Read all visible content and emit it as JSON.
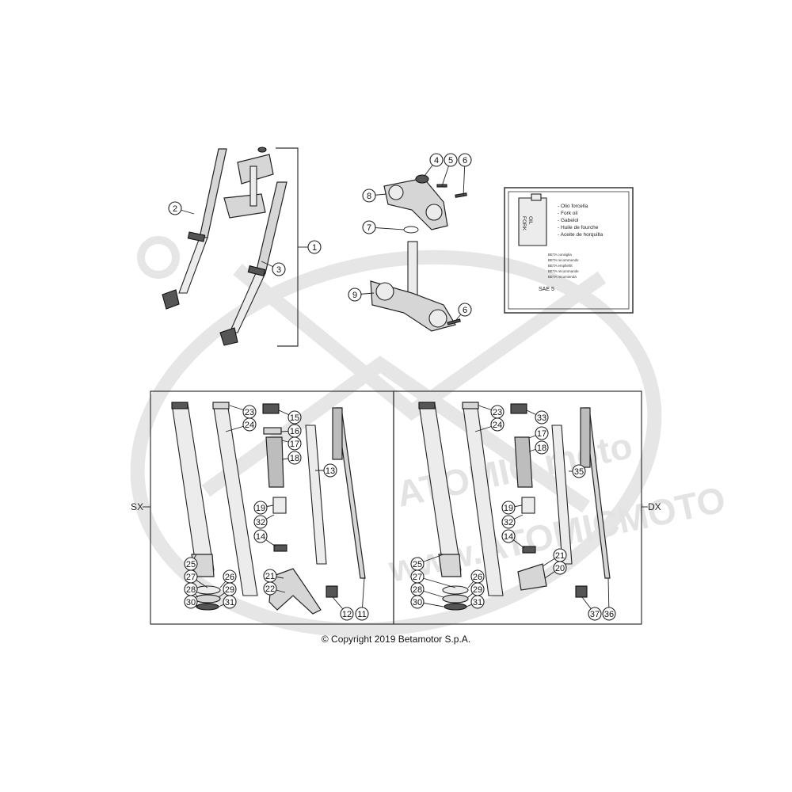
{
  "sections": {
    "left_label": "SX",
    "right_label": "DX"
  },
  "oil_box": {
    "can_label_1": "FORK",
    "can_label_2": "OIL",
    "lines": [
      "- Olio forcella",
      "- Fork oil",
      "- Gabelol",
      "- Huile de fourche",
      "- Aceite de horquilla"
    ],
    "small_lines": [
      "BETA consiglia",
      "BETA recommends",
      "BETA empfiehlt",
      "BETA recommande",
      "BETA recomienda"
    ],
    "grade": "SAE 5"
  },
  "watermark": {
    "brand": "ATOMIC moto",
    "url": "www.ATOMICMOTO"
  },
  "copyright": "© Copyright 2019 Betamotor S.p.A.",
  "callouts": {
    "top": [
      {
        "id": "c-top-2",
        "label": "2"
      },
      {
        "id": "c-top-3",
        "label": "3"
      },
      {
        "id": "c-top-1",
        "label": "1"
      },
      {
        "id": "c-top-4",
        "label": "4"
      },
      {
        "id": "c-top-5",
        "label": "5"
      },
      {
        "id": "c-top-6a",
        "label": "6"
      },
      {
        "id": "c-top-8",
        "label": "8"
      },
      {
        "id": "c-top-7",
        "label": "7"
      },
      {
        "id": "c-top-9",
        "label": "9"
      },
      {
        "id": "c-top-6b",
        "label": "6"
      }
    ],
    "sx": [
      {
        "id": "sx-23",
        "label": "23"
      },
      {
        "id": "sx-24",
        "label": "24"
      },
      {
        "id": "sx-15",
        "label": "15"
      },
      {
        "id": "sx-16",
        "label": "16"
      },
      {
        "id": "sx-17",
        "label": "17"
      },
      {
        "id": "sx-18",
        "label": "18"
      },
      {
        "id": "sx-13",
        "label": "13"
      },
      {
        "id": "sx-19",
        "label": "19"
      },
      {
        "id": "sx-32",
        "label": "32"
      },
      {
        "id": "sx-14",
        "label": "14"
      },
      {
        "id": "sx-25",
        "label": "25"
      },
      {
        "id": "sx-27",
        "label": "27"
      },
      {
        "id": "sx-26",
        "label": "26"
      },
      {
        "id": "sx-28",
        "label": "28"
      },
      {
        "id": "sx-29",
        "label": "29"
      },
      {
        "id": "sx-30",
        "label": "30"
      },
      {
        "id": "sx-31",
        "label": "31"
      },
      {
        "id": "sx-21",
        "label": "21"
      },
      {
        "id": "sx-22",
        "label": "22"
      },
      {
        "id": "sx-12",
        "label": "12"
      },
      {
        "id": "sx-11",
        "label": "11"
      }
    ],
    "dx": [
      {
        "id": "dx-23",
        "label": "23"
      },
      {
        "id": "dx-24",
        "label": "24"
      },
      {
        "id": "dx-33",
        "label": "33"
      },
      {
        "id": "dx-17",
        "label": "17"
      },
      {
        "id": "dx-18",
        "label": "18"
      },
      {
        "id": "dx-35",
        "label": "35"
      },
      {
        "id": "dx-19",
        "label": "19"
      },
      {
        "id": "dx-32",
        "label": "32"
      },
      {
        "id": "dx-14",
        "label": "14"
      },
      {
        "id": "dx-21",
        "label": "21"
      },
      {
        "id": "dx-20",
        "label": "20"
      },
      {
        "id": "dx-25",
        "label": "25"
      },
      {
        "id": "dx-27",
        "label": "27"
      },
      {
        "id": "dx-26",
        "label": "26"
      },
      {
        "id": "dx-28",
        "label": "28"
      },
      {
        "id": "dx-29",
        "label": "29"
      },
      {
        "id": "dx-30",
        "label": "30"
      },
      {
        "id": "dx-31",
        "label": "31"
      },
      {
        "id": "dx-37",
        "label": "37"
      },
      {
        "id": "dx-36",
        "label": "36"
      }
    ]
  }
}
